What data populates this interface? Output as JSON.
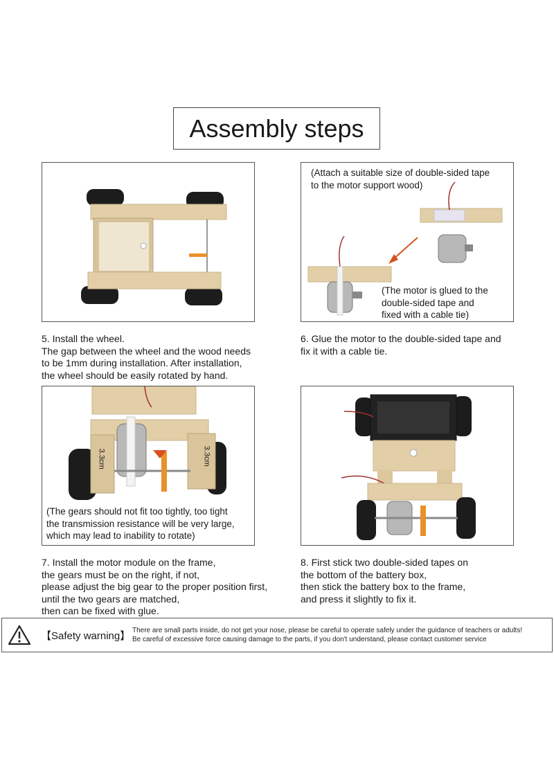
{
  "title": "Assembly steps",
  "step5": {
    "caption": [
      "5. Install the wheel.",
      "The gap between the wheel and the wood needs",
      "to be 1mm during installation. After installation,",
      "the wheel should be easily rotated by hand."
    ]
  },
  "step6": {
    "note_top": [
      "(Attach a suitable size of double-sided tape",
      "to the motor support wood)"
    ],
    "note_bottom": [
      "(The motor is glued to the",
      "double-sided tape and",
      "fixed with a cable tie)"
    ],
    "caption": [
      "6. Glue the motor to the double-sided tape and",
      "fix it with a cable tie."
    ]
  },
  "step7": {
    "dimension_left": "3.3cm",
    "dimension_right": "3.3cm",
    "note": [
      "(The gears should not fit too tightly, too tight",
      "the transmission resistance will be very large,",
      "which may lead to inability to rotate)"
    ],
    "caption": [
      "7. Install the motor module on the frame,",
      "the gears must be on the right, if not,",
      "please adjust the big gear to the proper position first,",
      "until the two gears are matched,",
      "then can be fixed with glue."
    ]
  },
  "step8": {
    "caption": [
      "8. First stick two double-sided tapes on",
      "the bottom of the battery box,",
      "then stick the battery box to the frame,",
      "and press it slightly to fix it."
    ]
  },
  "safety": {
    "label": "【Safety warning】",
    "lines": [
      "There are small parts inside, do not get your nose, please be careful to operate safely under the guidance of teachers or adults!",
      "Be careful of excessive force causing damage to the parts, if you don't understand, please contact customer service"
    ],
    "icon": "warning-triangle-icon"
  },
  "colors": {
    "wood": "#e2cfa8",
    "tire": "#1c1c1c",
    "gear": "#e8912a",
    "motor": "#b8b8b8"
  }
}
